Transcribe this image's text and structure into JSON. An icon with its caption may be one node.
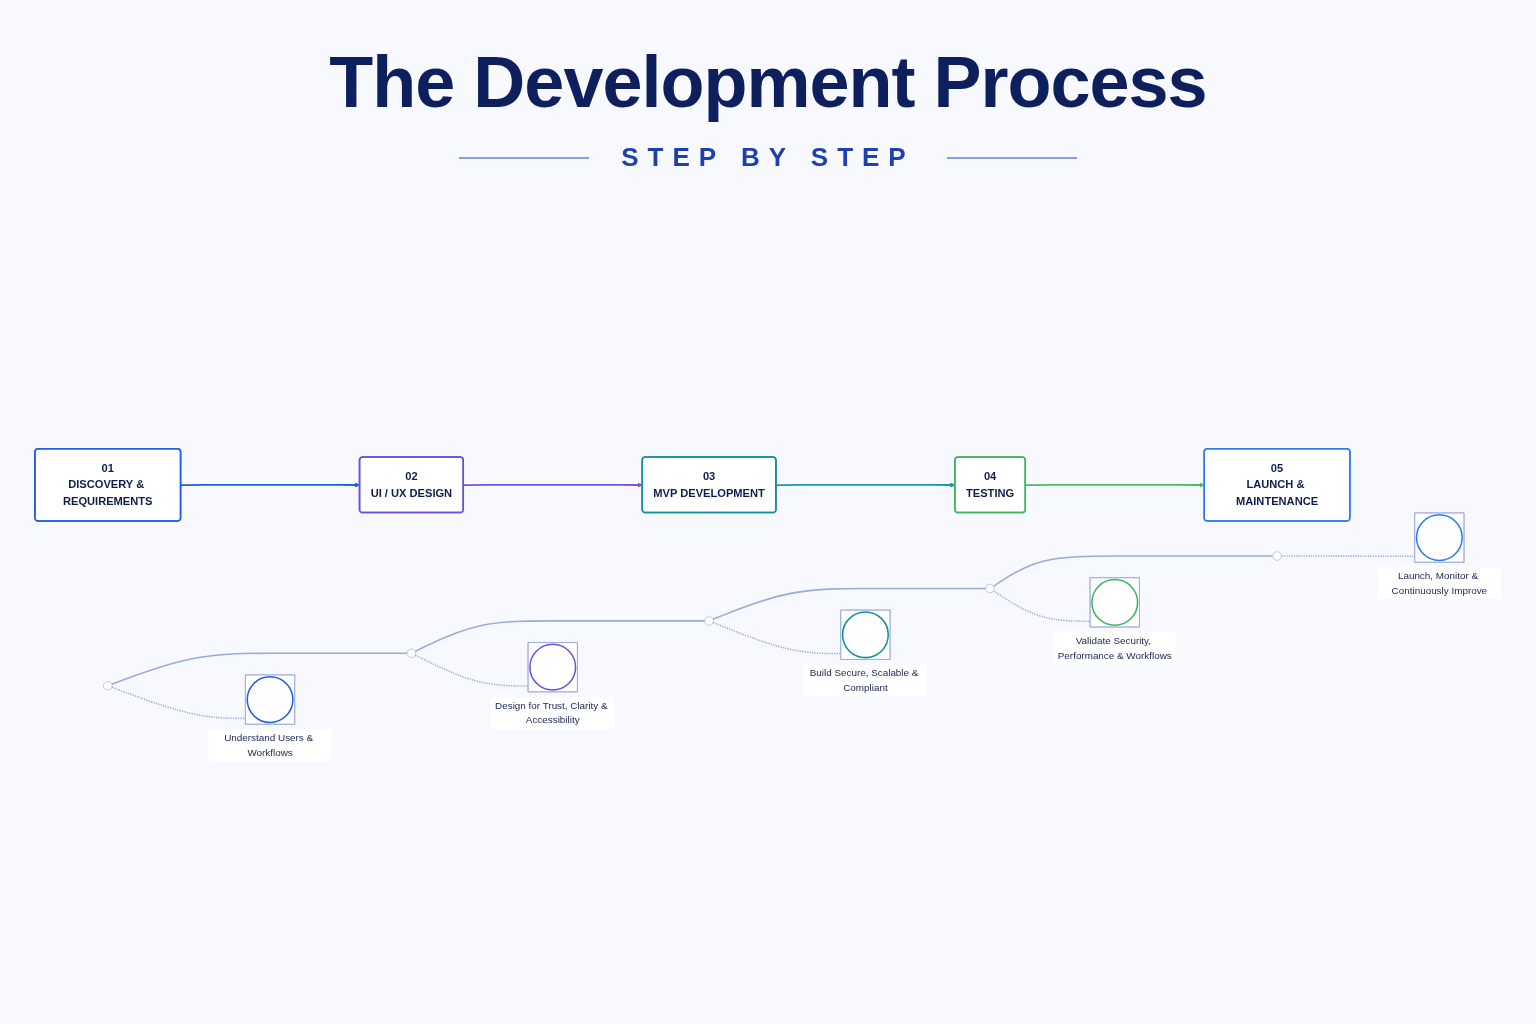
{
  "diagram": {
    "title": "The Development Process",
    "nodes": [
      {
        "text": [
          "01",
          "DISCOVERY & REQUIREMENTS"
        ]
      },
      {
        "text": [
          "02",
          "UI / UX DESIGN"
        ]
      },
      {
        "text": [
          "03",
          "MVP DEVELOPMENT"
        ]
      },
      {
        "text": [
          "04",
          "TESTING"
        ]
      },
      {
        "text": [
          "05",
          "LAUNCH & MAINTENANCE"
        ]
      },
      {
        "text": [],
        "shape": "circle"
      },
      {
        "text": [],
        "shape": "circle"
      },
      {
        "text": [],
        "shape": "circle"
      },
      {
        "text": [],
        "shape": "circle"
      },
      {
        "text": [],
        "shape": "circle"
      },
      {
        "text": [
          "Understand Users & Workflows"
        ]
      },
      {
        "text": [
          "Design for Trust, Clarity & Accessibility"
        ]
      },
      {
        "text": [
          "Build Secure, Scalable & Compliant"
        ]
      },
      {
        "text": [
          "Validate Security, Performance & Workflows"
        ]
      },
      {
        "text": [
          "Launch, Monitor & Continuously Improve"
        ]
      }
    ],
    "edges": [
      {
        "from": 0,
        "to": 1,
        "arrow": "to",
        "color": "#1f5fe0"
      },
      {
        "from": 1,
        "to": 2,
        "arrow": "to",
        "color": "#7b52e0"
      },
      {
        "from": 2,
        "to": 3,
        "arrow": "to",
        "color": "#1a9aa6"
      },
      {
        "from": 3,
        "to": 4,
        "arrow": "to",
        "color": "#4cbb68"
      },
      {
        "from": 5,
        "to": 6,
        "arrow": "none"
      },
      {
        "from": 6,
        "to": 7,
        "arrow": "none"
      },
      {
        "from": 7,
        "to": 8,
        "arrow": "none"
      },
      {
        "from": 8,
        "to": 9,
        "arrow": "none"
      },
      {
        "from": 5,
        "to": 10,
        "arrow": "none",
        "style": "dashed"
      },
      {
        "from": 6,
        "to": 11,
        "arrow": "none",
        "style": "dashed"
      },
      {
        "from": 7,
        "to": 12,
        "arrow": "none",
        "style": "dashed"
      },
      {
        "from": 8,
        "to": 13,
        "arrow": "none",
        "style": "dashed"
      },
      {
        "from": 9,
        "to": 14,
        "arrow": "none",
        "style": "dashed"
      }
    ],
    "labels": [
      "STEP BY STEP"
    ]
  }
}
